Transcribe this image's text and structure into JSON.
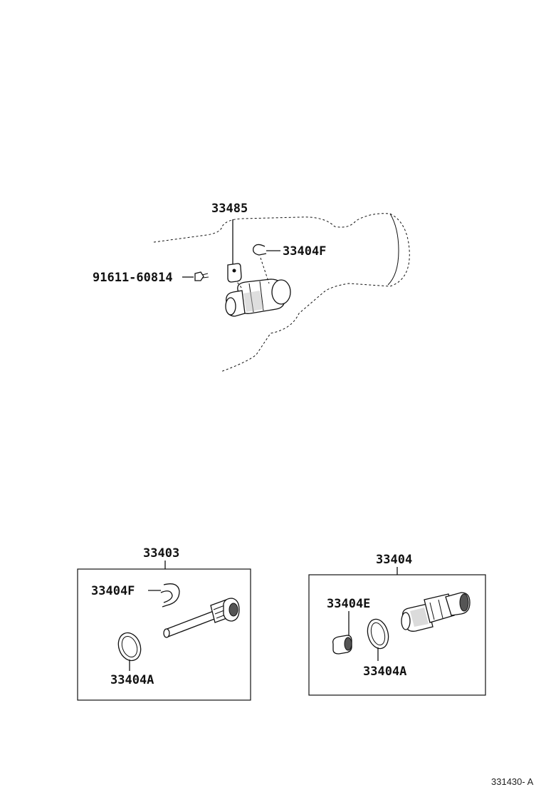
{
  "labels": {
    "p33485": "33485",
    "p33404F_top": "33404F",
    "p91611": "91611-60814",
    "p33403": "33403",
    "p33404F_kit": "33404F",
    "p33404A_left": "33404A",
    "p33404": "33404",
    "p33404E": "33404E",
    "p33404A_right": "33404A"
  },
  "reference": "331430- A"
}
